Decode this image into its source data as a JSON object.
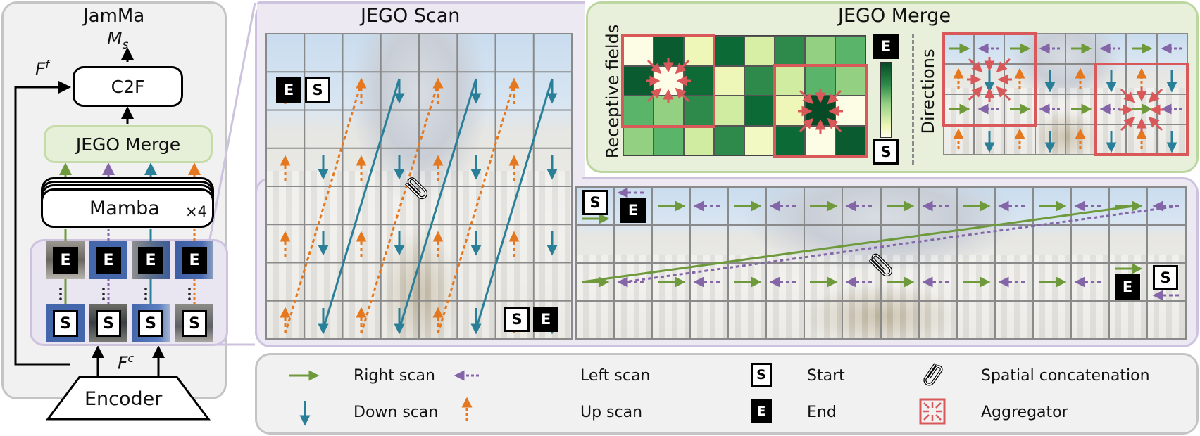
{
  "jamma_panel": {
    "title": "JamMa",
    "output_label": "M",
    "output_sub": "s",
    "fine_feature_label": "F",
    "fine_feature_sup": "f",
    "coarse_feature_label": "F",
    "coarse_feature_sup": "c",
    "c2f_label": "C2F",
    "jego_merge_label": "JEGO Merge",
    "mamba_label": "Mamba",
    "mamba_repeat": "×4",
    "encoder_label": "Encoder",
    "sequence_tokens": {
      "end_label": "E",
      "start_label": "S",
      "columns": [
        "right",
        "left",
        "down",
        "up"
      ]
    }
  },
  "jego_scan_panel": {
    "title": "JEGO Scan",
    "grid_cols": 8,
    "grid_rows": 8,
    "token_end": "E",
    "token_start": "S"
  },
  "jego_merge_panel": {
    "title": "JEGO Merge",
    "receptive_fields_label": "Receptive fields",
    "directions_label": "Directions",
    "colorbar_top": "E",
    "colorbar_bottom": "S",
    "heatmap": [
      [
        "#fdfde5",
        "#0a5c30",
        "#eef7b8",
        "#0b6a35",
        "#d7efa4",
        "#2e8a4a",
        "#93d082",
        "#5ab46a"
      ],
      [
        "#0a5c30",
        "#fdfde8",
        "#0e6b36",
        "#eef7b8",
        "#2e8a4a",
        "#cfeca1",
        "#5ab46a",
        "#93d082"
      ],
      [
        "#5ab46a",
        "#93d082",
        "#2e8a4a",
        "#cfeca1",
        "#0b6a35",
        "#eef7b8",
        "#064a26",
        "#fdfde5"
      ],
      [
        "#93d082",
        "#5ab46a",
        "#cfeca1",
        "#2e8a4a",
        "#f3f9c2",
        "#0b6a35",
        "#fdfde5",
        "#0a5c30"
      ]
    ]
  },
  "legend": {
    "items": [
      {
        "label": "Right scan",
        "icon": "right-arrow-icon"
      },
      {
        "label": "Left scan",
        "icon": "left-dashed-arrow-icon"
      },
      {
        "label": "Start",
        "icon": "start-token-icon"
      },
      {
        "label": "Spatial concatenation",
        "icon": "paperclip-icon"
      },
      {
        "label": "Down scan",
        "icon": "down-arrow-icon"
      },
      {
        "label": "Up scan",
        "icon": "up-dashed-arrow-icon"
      },
      {
        "label": "End",
        "icon": "end-token-icon"
      },
      {
        "label": "Aggregator",
        "icon": "aggregator-icon"
      }
    ],
    "start_glyph": "S",
    "end_glyph": "E"
  },
  "colors": {
    "right_scan": "#6e9a3c",
    "left_scan": "#8466a8",
    "down_scan": "#2a7f98",
    "up_scan": "#e5781e",
    "aggregator": "#d9595a",
    "panel_gray_bg": "#f1f1f1",
    "panel_gray_border": "#c4c4c4",
    "panel_purple_bg": "#ece9f2",
    "panel_purple_border": "#cdc3df",
    "panel_green_bg": "#e8f0dc",
    "panel_green_border": "#bcd6a0"
  }
}
